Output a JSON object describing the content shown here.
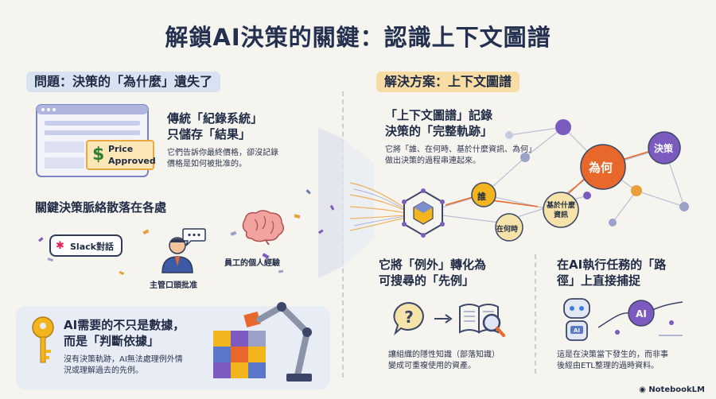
{
  "title": "解鎖AI決策的關鍵：認識上下文圖譜",
  "left": {
    "section_label": "問題：決策的「為什麼」遺失了",
    "records": {
      "heading_line1": "傳統「紀錄系統」",
      "heading_line2": "只儲存「結果」",
      "desc_line1": "它們告訴你最終價格，卻沒記錄",
      "desc_line2": "價格是如何被批准的。",
      "badge_line1": "Price",
      "badge_line2": "Approved",
      "badge_symbol": "$"
    },
    "scatter": {
      "heading": "關鍵決策脈絡散落在各處",
      "slack": "Slack對話",
      "manager": "主管口頭批准",
      "experience": "員工的個人經驗"
    },
    "bottom": {
      "heading_line1": "AI需要的不只是數據，",
      "heading_line2": "而是「判斷依據」",
      "desc_line1": "沒有決策軌跡，AI無法處理例外情",
      "desc_line2": "況或理解過去的先例。"
    }
  },
  "right": {
    "section_label": "解決方案：上下文圖譜",
    "graph": {
      "heading_line1": "「上下文圖譜」記錄",
      "heading_line2": "決策的「完整軌跡」",
      "desc_line1": "它將「誰、在何時、基於什麼資訊、為何」",
      "desc_line2": "做出決策的過程串連起來。",
      "node_who": "誰",
      "node_when": "在何時",
      "node_info_line1": "基於什麼",
      "node_info_line2": "資訊",
      "node_why": "為何",
      "node_decision": "決策"
    },
    "precedent": {
      "heading_line1": "它將「例外」轉化為",
      "heading_line2": "可搜尋的「先例」",
      "desc_line1": "讓組織的隱性知識（部落知識）",
      "desc_line2": "變成可重複使用的資產。"
    },
    "capture": {
      "heading_line1": "在AI執行任務的「路",
      "heading_line2": "徑」上直接捕捉",
      "desc_line1": "這是在決策當下發生的，而非事",
      "desc_line2": "後經由ETL整理的過時資料。",
      "robot_label": "AI",
      "orb_label": "AI"
    }
  },
  "footer": {
    "logo": "NotebookLM"
  },
  "colors": {
    "accent_orange": "#e8672a",
    "accent_purple": "#7b5bbf",
    "accent_yellow": "#f2b51e",
    "navy": "#23304f"
  }
}
